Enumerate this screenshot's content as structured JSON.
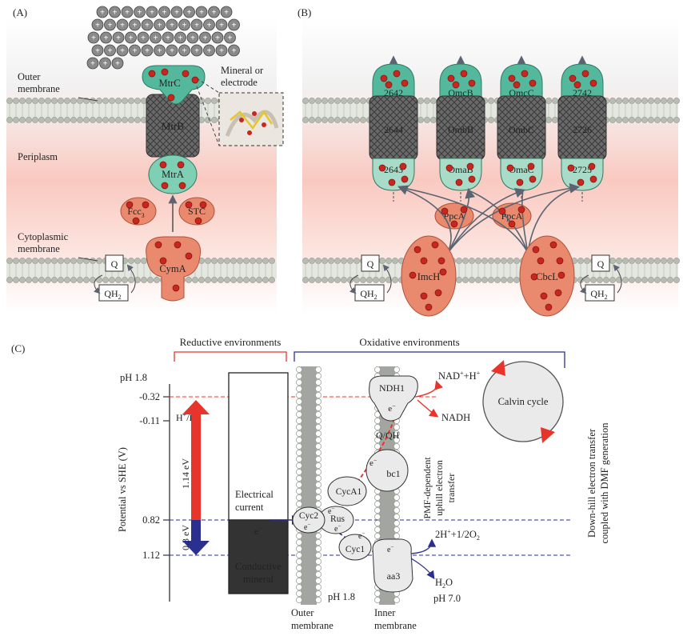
{
  "panels": {
    "a": {
      "letter": "(A)",
      "outer_membrane": "Outer\nmembrane",
      "periplasm": "Periplasm",
      "cyto_membrane": "Cytoplasmic\nmembrane",
      "mineral": "Mineral or\nelectrode",
      "mtrc": "MtrC",
      "mtrb": "MtrB",
      "mtra": "MtrA",
      "fcc3": "Fcc",
      "fcc3_sub": "3",
      "stc": "STC",
      "cyma": "CymA",
      "q": "Q",
      "qh2": "QH",
      "qh2_sub": "2"
    },
    "b": {
      "letter": "(B)",
      "top": [
        "2642",
        "OmcB",
        "OmcC",
        "2742"
      ],
      "barrel": [
        "2644",
        "OmbB",
        "OmbC",
        "2726"
      ],
      "bottom": [
        "2643",
        "OmaB",
        "OmaC",
        "2725"
      ],
      "ppca1": "PpcA",
      "ppca2": "PpcA",
      "imch": "ImcH",
      "cbcl": "CbcL",
      "q": "Q",
      "qh2": "QH",
      "qh2_sub": "2"
    },
    "c": {
      "letter": "(C)",
      "reductive": "Reductive environments",
      "oxidative": "Oxidative environments",
      "ylabel": "Potential vs SHE (V)",
      "ph_top": "pH 1.8",
      "ticks": [
        "-0.32",
        "-0.11",
        "0.82",
        "1.12"
      ],
      "h_label": "H",
      "h_sup": "+",
      "h2_label": "/H",
      "h2_sub": "2",
      "ev_up": "1.14 eV",
      "ev_down": "0.3 eV",
      "electrical": "Electrical\ncurrent",
      "electron": "e",
      "conductive": "Conductive\nmineral",
      "ndh1": "NDH1",
      "qqh": "Q/QH",
      "bc1": "bc1",
      "cyca1": "CycA1",
      "rus": "Rus",
      "cyc2": "Cyc2",
      "cyc1": "Cyc1",
      "aa3": "aa3",
      "nad": "NAD",
      "nad_sup": "+",
      "nad_h": "+H",
      "nad_h_sup": "+",
      "nadh": "NADH",
      "calvin": "Calvin cycle",
      "pmf": "PMF-dependent\nuphill electron\ntransfer",
      "o2_1": "2H",
      "o2_sup": "+",
      "o2_2": "+1/2O",
      "o2_sub": "2",
      "h2o_1": "H",
      "h2o_sub": "2",
      "h2o_2": "O",
      "ph_outer": "pH 1.8",
      "ph_inner": "pH 7.0",
      "outer_mem": "Outer\nmembrane",
      "inner_mem": "Inner\nmembrane",
      "downhill": "Down-hill electron transfer\ncoupled with DMF generation"
    }
  },
  "colors": {
    "red": "#e8352b",
    "blue": "#2b2f8f",
    "teal": "#4bb89a",
    "salmon": "#e98a6f",
    "heme": "#c8261e",
    "barrel": "#5a5a5a",
    "lipid": "#b8bdb4"
  }
}
